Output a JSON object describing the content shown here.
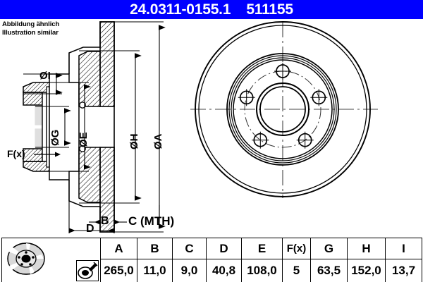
{
  "header": {
    "part_number": "24.0311-0155.1",
    "article_number": "511155",
    "background_color": "#0000FF",
    "text_color": "#FFFFFF"
  },
  "note": {
    "line_de": "Abbildung ähnlich",
    "line_en": "Illustration similar"
  },
  "drawing": {
    "section_labels": [
      {
        "id": "I",
        "text": "ØI"
      },
      {
        "id": "G",
        "text": "ØG"
      },
      {
        "id": "E",
        "text": "ØE"
      },
      {
        "id": "H",
        "text": "ØH"
      },
      {
        "id": "A",
        "text": "ØA"
      },
      {
        "id": "Fx",
        "text": "F(x)"
      },
      {
        "id": "B",
        "text": "B"
      },
      {
        "id": "C",
        "text": "C (MTH)"
      },
      {
        "id": "D",
        "text": "D"
      }
    ],
    "front_view": {
      "bolt_hole_count": 5,
      "view_name": "brake-disc-front-view"
    },
    "section_view_name": "brake-disc-cross-section"
  },
  "table": {
    "icons": {
      "disc_icon_name": "brake-disc-photo-icon",
      "caliper_icon_name": "measurement-tool-icon"
    },
    "columns": [
      {
        "key": "A",
        "header": "A",
        "value": "265,0"
      },
      {
        "key": "B",
        "header": "B",
        "value": "11,0"
      },
      {
        "key": "C",
        "header": "C",
        "value": "9,0"
      },
      {
        "key": "D",
        "header": "D",
        "value": "40,8"
      },
      {
        "key": "E",
        "header": "E",
        "value": "108,0"
      },
      {
        "key": "F",
        "header": "F(x)",
        "value": "5"
      },
      {
        "key": "G",
        "header": "G",
        "value": "63,5"
      },
      {
        "key": "H",
        "header": "H",
        "value": "152,0"
      },
      {
        "key": "I",
        "header": "I",
        "value": "13,7"
      }
    ]
  }
}
